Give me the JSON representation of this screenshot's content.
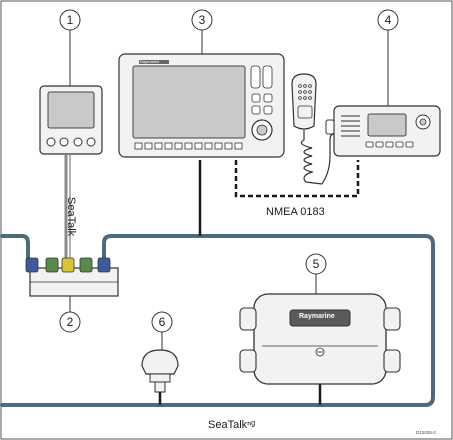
{
  "callouts": [
    "1",
    "2",
    "3",
    "4",
    "5",
    "6"
  ],
  "labels": {
    "seatalk": "SeaTalk",
    "nmea": "NMEA 0183",
    "seatalk_ng": "SeaTalkⁿᵍ",
    "figure_id": "D12026-2"
  },
  "devices": {
    "display_brand": "Raymarine",
    "module_brand": "Raymarine"
  },
  "colors": {
    "backbone": "#4d6b7c",
    "spur": "#1a1a1a",
    "connector_blue": "#3d5a9a",
    "connector_yellow": "#d8c43a",
    "connector_green": "#5a8a4a",
    "device_fill": "#f2f2f2",
    "screen_fill": "#c9c9c9"
  }
}
